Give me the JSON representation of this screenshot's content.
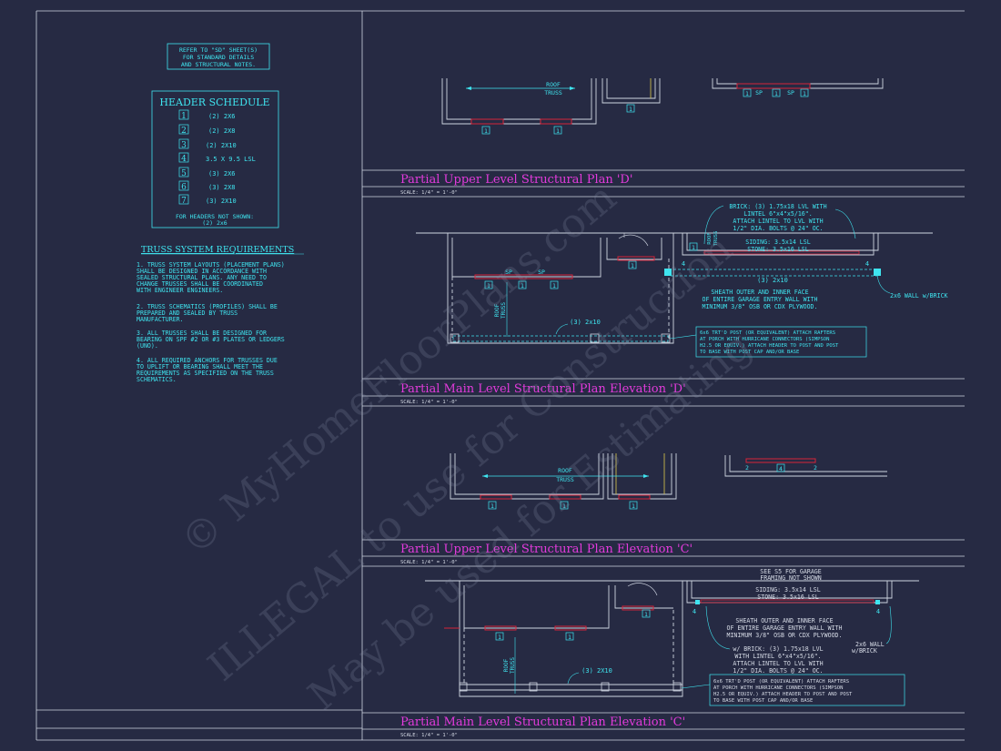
{
  "refer_note": [
    "REFER TO \"SD\" SHEET(S)",
    "FOR STANDARD DETAILS",
    "AND STRUCTURAL NOTES."
  ],
  "header_schedule": {
    "title": "HEADER SCHEDULE",
    "rows": [
      {
        "num": "1",
        "size": "(2) 2X6"
      },
      {
        "num": "2",
        "size": "(2) 2X8"
      },
      {
        "num": "3",
        "size": "(2) 2X10"
      },
      {
        "num": "4",
        "size": "3.5 X 9.5 LSL"
      },
      {
        "num": "5",
        "size": "(3) 2X6"
      },
      {
        "num": "6",
        "size": "(3) 2X8"
      },
      {
        "num": "7",
        "size": "(3) 2X10"
      }
    ],
    "footer": [
      "FOR HEADERS NOT SHOWN:",
      "(2) 2x6"
    ]
  },
  "truss": {
    "title": "TRUSS SYSTEM REQUIREMENTS",
    "lines": [
      "1. TRUSS SYSTEM LAYOUTS (PLACEMENT PLANS)",
      "SHALL BE DESIGNED IN ACCORDANCE WITH",
      "SEALED STRUCTURAL PLANS. ANY NEED TO",
      "CHANGE TRUSSES SHALL BE COORDINATED",
      "WITH ENGINEER ENGINEERS.",
      "",
      "2. TRUSS SCHEMATICS (PROFILES) SHALL BE",
      "PREPARED AND SEALED BY TRUSS",
      "MANUFACTURER.",
      "",
      "3. ALL TRUSSES SHALL BE DESIGNED FOR",
      "BEARING ON SPF #2 OR #3 PLATES OR LEDGERS",
      "(UNO).",
      "",
      "4. ALL REQUIRED ANCHORS FOR TRUSSES DUE",
      "TO UPLIFT OR BEARING SHALL MEET THE",
      "REQUIREMENTS AS SPECIFIED ON THE TRUSS",
      "SCHEMATICS."
    ]
  },
  "titles": {
    "t1": "Partial Upper Level Structural Plan 'D'",
    "t2": "Partial Main Level Structural Plan Elevation 'D'",
    "t3": "Partial Upper Level Structural Plan Elevation 'C'",
    "t4": "Partial Main Level Structural Plan Elevation 'C'",
    "scale": "SCALE: 1/4\" = 1'-0\""
  },
  "labels": {
    "roof": "ROOF",
    "truss_word": "TRUSS",
    "sp": "SP",
    "h1": "1",
    "h2": "2",
    "h4": "4",
    "d_three_2x10": "(3) 2x10",
    "c_three_2x10": "(3) 2X10",
    "wall_2x6_brick": "2x6 WALL w/BRICK",
    "wall_2x6": "2x6 WALL",
    "w_brick": "w/BRICK",
    "see_s5": [
      "SEE S5 FOR GARAGE",
      "FRAMING NOT SHOWN"
    ]
  },
  "notes_d": {
    "brick": [
      "BRICK: (3) 1.75x18 LVL WITH",
      "LINTEL 6\"x4\"x5/16\".",
      "ATTACH LINTEL TO LVL WITH",
      "1/2\" DIA. BOLTS @ 24\" OC."
    ],
    "siding": [
      "SIDING: 3.5x14 LSL",
      "STONE: 3.5x16 LSL"
    ],
    "sheath": [
      "SHEATH OUTER AND INNER FACE",
      "OF ENTIRE GARAGE ENTRY WALL WITH",
      "MINIMUM 3/8\" OSB OR CDX PLYWOOD."
    ],
    "post": [
      "6x6 TRT'D POST (OR EQUIVALENT) ATTACH RAFTERS",
      "AT PORCH WITH HURRICANE CONNECTORS (SIMPSON",
      "H2.5 OR EQUIV.) ATTACH HEADER TO POST AND POST",
      "TO BASE WITH POST CAP AND/OR BASE"
    ]
  },
  "notes_c": {
    "siding": [
      "SIDING: 3.5x14 LSL",
      "STONE: 3.5x16 LSL"
    ],
    "sheath": [
      "SHEATH OUTER AND INNER FACE",
      "OF ENTIRE GARAGE ENTRY WALL WITH",
      "MINIMUM 3/8\" OSB OR CDX PLYWOOD."
    ],
    "brick": [
      "w/ BRICK: (3) 1.75x18 LVL",
      "WITH LINTEL 6\"x4\"x5/16\".",
      "ATTACH LINTEL TO LVL WITH",
      "1/2\" DIA. BOLTS @ 24\" OC."
    ],
    "post": [
      "6x6 TRT'D POST (OR EQUIVALENT) ATTACH RAFTERS",
      "AT PORCH WITH HURRICANE CONNECTORS (SIMPSON",
      "H2.5 OR EQUIV.) ATTACH HEADER TO POST AND POST",
      "TO BASE WITH POST CAP AND/OR BASE"
    ]
  },
  "watermark": [
    "© MyHomeFloorPlans.com",
    "ILLEGAL to use for Construction",
    "May be used for Estimating"
  ],
  "colors": {
    "background": "#262a43",
    "cyan": "#3fe4ef",
    "magenta": "#e33bdc",
    "red": "#d6243a",
    "line": "#cfd5e2"
  }
}
